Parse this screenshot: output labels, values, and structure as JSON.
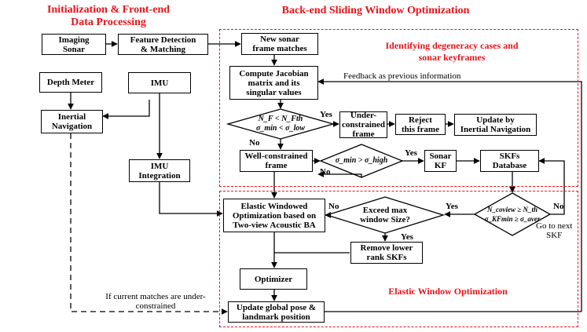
{
  "titles": {
    "left": "Initialization & Front-end\nData Processing",
    "right": "Back-end Sliding Window Optimization"
  },
  "region_labels": {
    "degeneracy": "Identifying degeneracy cases and\nsonar keyframes",
    "elastic": "Elastic Window Optimization"
  },
  "nodes": {
    "imaging_sonar": "Imaging\nSonar",
    "feature_detection": "Feature Detection\n& Matching",
    "new_matches": "New sonar\nframe matches",
    "jacobian": "Compute Jacobian\nmatrix and its\nsingular values",
    "under_constrained": "Under-\nconstrained\nframe",
    "reject": "Reject\nthis frame",
    "update_inertial": "Update by\nInertial Navigation",
    "well_constrained": "Well-constrained\nframe",
    "sonar_kf": "Sonar\nKF",
    "skfs_db": "SKFs\nDatabase",
    "depth_meter": "Depth Meter",
    "imu": "IMU",
    "inertial_nav": "Inertial\nNavigation",
    "imu_integration": "IMU\nIntegration",
    "elastic_opt": "Elastic Windowed\nOptimization based on\nTwo-view Acoustic BA",
    "remove_lower": "Remove lower\nrank SKFs",
    "optimizer": "Optimizer",
    "update_global": "Update global pose &\nlandmark position"
  },
  "decisions": {
    "degeneracy": "N_F < N_Fth\nσ_min < σ_low",
    "sigma_high": "σ_min > σ_high",
    "exceed": "Exceed max\nwindow Size?",
    "coview": "N_coview ≥ N_th\nσ_KFmin ≥ σ_aver"
  },
  "labels": {
    "yes1": "Yes",
    "no1": "No",
    "yes2": "Yes",
    "no2": "No",
    "yes3": "Yes",
    "no3": "No",
    "yes4": "Yes",
    "no4": "No",
    "feedback": "Feedback as previous information",
    "goto_next": "Go to next\nSKF",
    "under_note": "If current matches are under-\nconstrained"
  }
}
